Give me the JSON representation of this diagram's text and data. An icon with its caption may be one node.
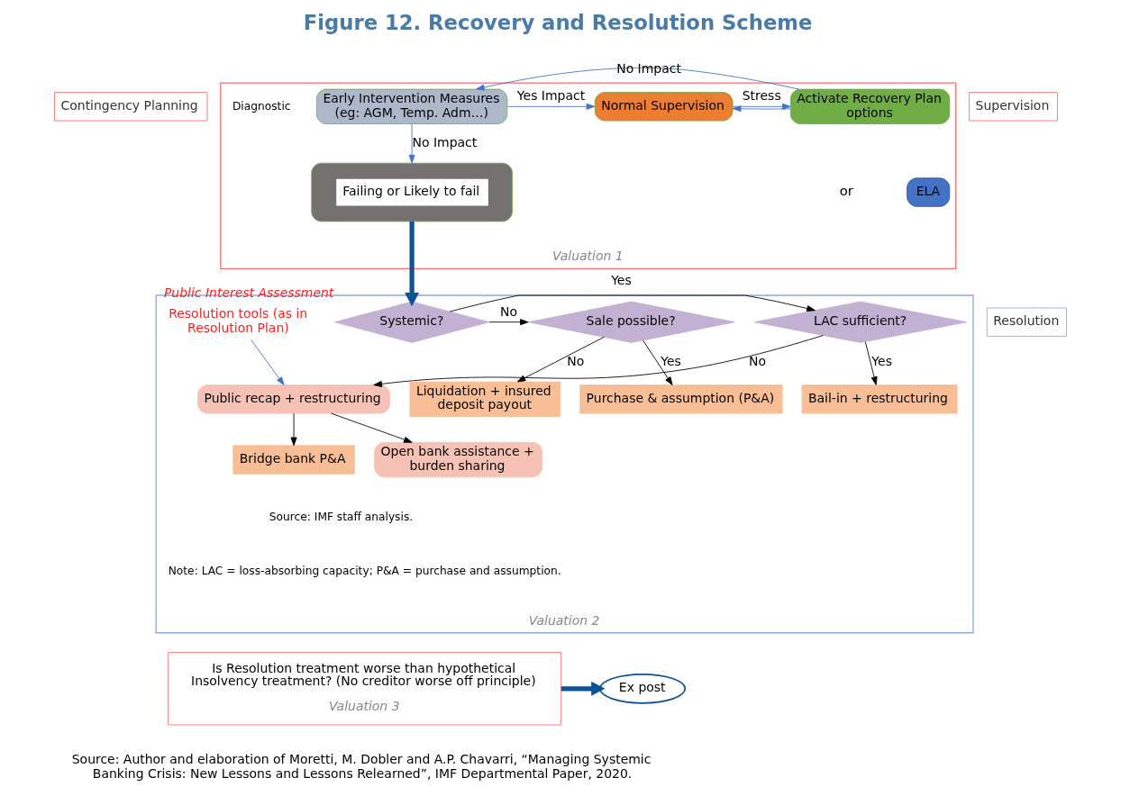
{
  "diagram": {
    "title": "Figure 12. Recovery and Resolution Scheme",
    "caption": "Source: Author and elaboration of Moretti, M. Dobler and A.P. Chavarri, “Managing Systemic Banking Crisis: New Lessons and Lessons Relearned”, IMF Departmental Paper, 2020.",
    "nodes": [
      {
        "text": [
          "Contingency Planning"
        ]
      },
      {
        "text": [
          "Valuation 1"
        ]
      },
      {
        "text": [
          "Normal Supervision"
        ],
        "in": 1
      },
      {
        "text": [
          "Activate Recovery Plan options"
        ],
        "in": 1
      },
      {
        "text": [
          "ELA"
        ],
        "in": 1
      },
      {
        "text": [
          "Early Intervention Measures (eg: AGM, Temp. Adm…)"
        ],
        "in": 1
      },
      {
        "text": [
          "Failing or Likely to fail"
        ],
        "in": 1
      },
      {
        "text": [
          "Supervision"
        ]
      },
      {
        "text": [
          "Valuation 2"
        ]
      },
      {
        "text": [
          "Bail-in + restructuring"
        ],
        "in": 8
      },
      {
        "text": [
          "LAC sufficient?"
        ],
        "in": 8
      },
      {
        "text": [
          "Systemic?"
        ],
        "in": 8,
        "beside": [
          "Public Interest Assessment"
        ]
      },
      {
        "text": [
          "Sale possible?"
        ],
        "in": 8
      },
      {
        "text": [
          "Purchase & assumption (P&A)"
        ],
        "in": 8
      },
      {
        "text": [
          "Bridge bank P&A"
        ],
        "in": 8
      },
      {
        "text": [
          "Public recap + restructuring"
        ],
        "in": 8
      },
      {
        "text": [
          "Liquidation + insured deposit payout"
        ],
        "in": 8
      },
      {
        "text": [
          "Open bank assistance + burden sharing"
        ],
        "in": 8
      },
      {
        "text": [
          "Resolution tools (as in Resolution Plan)"
        ],
        "in": 8
      },
      {
        "text": [
          "Resolution"
        ]
      },
      {
        "text": [
          "Is Resolution treatment worse than hypothetical Insolvency treatment? (No creditor worse off principle)",
          "Valuation 3"
        ]
      },
      {
        "text": [
          "Ex post"
        ]
      }
    ],
    "edges": [
      {
        "from": 2,
        "to": 3,
        "arrow": "to",
        "label": "Stress",
        "color": "#4472c4"
      },
      {
        "from": 3,
        "to": 5,
        "arrow": "to",
        "label": "No Impact",
        "color": "#4472c4"
      },
      {
        "from": 5,
        "to": 2,
        "arrow": "to",
        "label": "Yes Impact",
        "color": "#4472c4"
      },
      {
        "from": 3,
        "to": 2,
        "arrow": "to",
        "color": "#4472c4"
      },
      {
        "from": 5,
        "to": 6,
        "arrow": "to",
        "label": "No Impact",
        "color": "#4472c4"
      },
      {
        "from": 6,
        "to": 11,
        "arrow": "to",
        "style": "thick",
        "color": "#0b5394"
      },
      {
        "from": 11,
        "to": 10,
        "arrow": "to",
        "label": "Yes"
      },
      {
        "from": 11,
        "to": 12,
        "arrow": "to",
        "label": "No"
      },
      {
        "from": 10,
        "to": 9,
        "arrow": "to",
        "label": "Yes"
      },
      {
        "from": 10,
        "to": 15,
        "arrow": "to",
        "label": "No"
      },
      {
        "from": 15,
        "to": 14,
        "arrow": "to"
      },
      {
        "from": 15,
        "to": 17,
        "arrow": "to"
      },
      {
        "from": 12,
        "to": 13,
        "arrow": "to",
        "label": "Yes"
      },
      {
        "from": 12,
        "to": 16,
        "arrow": "to",
        "label": "No"
      },
      {
        "from": 18,
        "to": 15,
        "arrow": "to",
        "color": "#4472c4"
      },
      {
        "from": 20,
        "to": 21,
        "arrow": "to",
        "style": "thick",
        "color": "#0b5394"
      }
    ],
    "labels": [
      "Diagnostic",
      "or",
      "Source: IMF staff analysis.",
      "Note: LAC = loss-absorbing capacity; P&A = purchase and assumption."
    ]
  }
}
